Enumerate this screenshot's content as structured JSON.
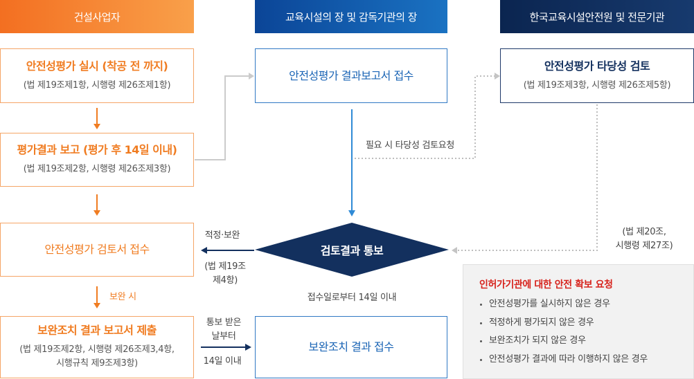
{
  "colors": {
    "contractor": "#f07c21",
    "institution": "#1a64b5",
    "agency": "#13305e",
    "alert": "#d7231d"
  },
  "headers": {
    "contractor": "건설사업자",
    "institution": "교육시설의 장 및 감독기관의 장",
    "agency": "한국교육시설안전원 및 전문기관"
  },
  "contractor": {
    "conduct_assessment": {
      "title": "안전성평가 실시 (착공 전 까지)",
      "ref": "(법 제19조제1항, 시행령 제26조제1항)"
    },
    "report_result": {
      "title": "평가결과 보고 (평가 후 14일 이내)",
      "ref": "(법 제19조제2항, 시행령 제26조제3항)"
    },
    "receive_review": {
      "title": "안전성평가 검토서 접수"
    },
    "remedy_condition": "보완 시",
    "submit_remedy_report": {
      "title": "보완조치 결과 보고서 제출",
      "ref": [
        "(법 제19조제2항, 시행령 제26조제3,4항,",
        "시행규칙 제9조제3항)"
      ]
    }
  },
  "institution": {
    "receive_result_report": {
      "title": "안전성평가 결과보고서 접수"
    },
    "validity_request_label": "필요 시 타당성 검토요청",
    "notify_result": {
      "title": "검토결과 통보",
      "deadline": "접수일로부터 14일 이내"
    },
    "receive_remedy_result": {
      "title": "보완조치 결과 접수"
    }
  },
  "agency": {
    "validity_review": {
      "title": "안전성평가 타당성 검토",
      "ref": "(법 제19조제3항, 시행령 제26조제5항)"
    },
    "notify_ref": [
      "(법 제20조,",
      "시행령 제27조)"
    ],
    "safety_request": {
      "title": "인허가기관에 대한 안전 확보 요청",
      "items": [
        "안전성평가를 실시하지 않은 경우",
        "적정하게 평가되지 않은 경우",
        "보완조치가 되지 않은 경우",
        "안전성평가 결과에 따라 이행하지 않은 경우"
      ]
    }
  },
  "flows": {
    "notify_to_contractor": {
      "label": "적정·보완",
      "ref": [
        "(법 제19조",
        "제4항)"
      ]
    },
    "remedy_to_institution": {
      "label": [
        "통보 받은",
        "날부터"
      ],
      "deadline": "14일 이내"
    }
  }
}
